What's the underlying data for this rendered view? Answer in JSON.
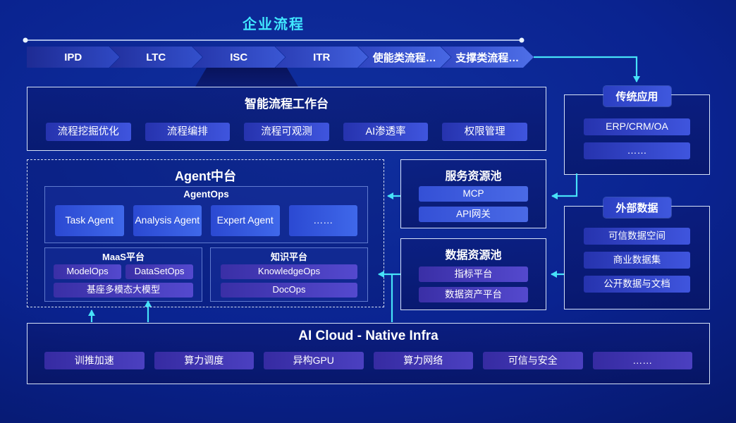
{
  "header": {
    "title": "企业流程",
    "process_chain": [
      {
        "label": "IPD"
      },
      {
        "label": "LTC"
      },
      {
        "label": "ISC"
      },
      {
        "label": "ITR"
      },
      {
        "label": "使能类流程…"
      },
      {
        "label": "支撑类流程…"
      }
    ]
  },
  "workbench": {
    "title": "智能流程工作台",
    "items": [
      "流程挖掘优化",
      "流程编排",
      "流程可观测",
      "AI渗透率",
      "权限管理"
    ]
  },
  "agent_platform": {
    "title": "Agent中台",
    "agent_ops": {
      "title": "AgentOps",
      "items": [
        "Task Agent",
        "Analysis Agent",
        "Expert Agent",
        "……"
      ]
    },
    "maas": {
      "title": "MaaS平台",
      "row_items": [
        "ModelOps",
        "DataSetOps"
      ],
      "wide_item": "基座多模态大模型"
    },
    "knowledge": {
      "title": "知识平台",
      "items": [
        "KnowledgeOps",
        "DocOps"
      ]
    }
  },
  "service_pool": {
    "title": "服务资源池",
    "items": [
      "MCP",
      "API网关"
    ]
  },
  "data_pool": {
    "title": "数据资源池",
    "items": [
      "指标平台",
      "数据资产平台"
    ]
  },
  "legacy_apps": {
    "title": "传统应用",
    "items": [
      "ERP/CRM/OA",
      "……"
    ]
  },
  "external_data": {
    "title": "外部数据",
    "items": [
      "可信数据空间",
      "商业数据集",
      "公开数据与文档"
    ]
  },
  "infra": {
    "title": "AI Cloud - Native Infra",
    "items": [
      "训推加速",
      "算力调度",
      "异构GPU",
      "算力网络",
      "可信与安全",
      "……"
    ]
  },
  "colors": {
    "background": "#0A2390",
    "title_cyan": "#41E8FF",
    "arrow_cyan": "#47E2F8",
    "box_border": "#D9E5FF",
    "pill_blue": "#3C55D8",
    "pill_purple": "#4A3FC4"
  }
}
